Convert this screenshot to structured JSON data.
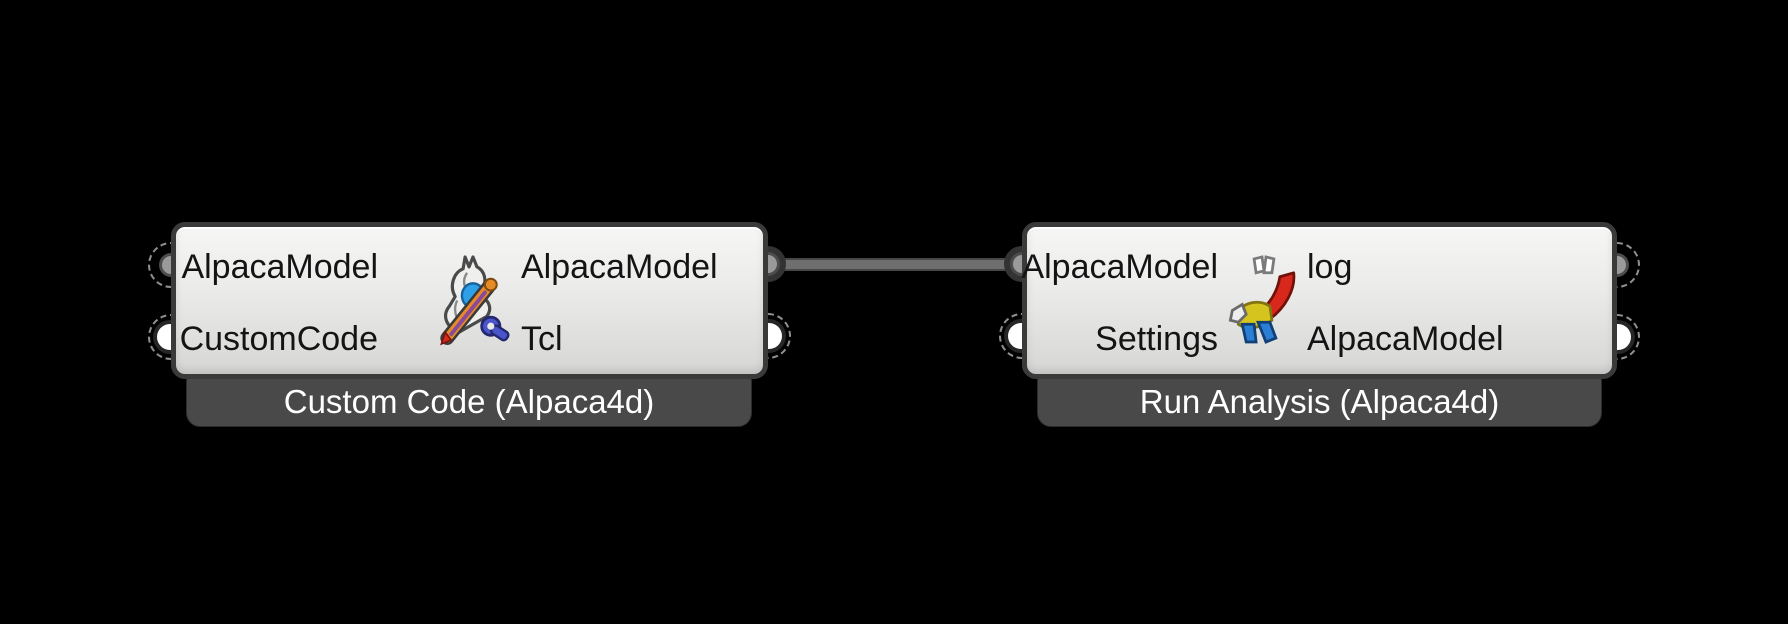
{
  "app": "node-canvas",
  "colors": {
    "background": "#000000",
    "component_body_top": "#f6f6f5",
    "component_body_bottom": "#d6d6d5",
    "component_border": "#3a3a3a",
    "titlebar_fill": "#494949",
    "titlebar_text": "#ffffff",
    "label_text": "#141414",
    "wire": "#6f6f6f",
    "grip_fill": "#ffffff"
  },
  "components": [
    {
      "title": "Custom Code (Alpaca4d)",
      "icon": "custom-code-alpaca-icon",
      "inputs": [
        {
          "name": "AlpacaModel",
          "connected": false
        },
        {
          "name": "CustomCode",
          "connected": false
        }
      ],
      "outputs": [
        {
          "name": "AlpacaModel",
          "connected": true
        },
        {
          "name": "Tcl",
          "connected": false
        }
      ]
    },
    {
      "title": "Run Analysis (Alpaca4d)",
      "icon": "run-analysis-alpaca-icon",
      "inputs": [
        {
          "name": "AlpacaModel",
          "connected": true
        },
        {
          "name": "Settings",
          "connected": false
        }
      ],
      "outputs": [
        {
          "name": "log",
          "connected": false
        },
        {
          "name": "AlpacaModel",
          "connected": false
        }
      ]
    }
  ],
  "wires": [
    {
      "from": "Custom Code (Alpaca4d) / AlpacaModel (output)",
      "to": "Run Analysis (Alpaca4d) / AlpacaModel (input)"
    }
  ]
}
